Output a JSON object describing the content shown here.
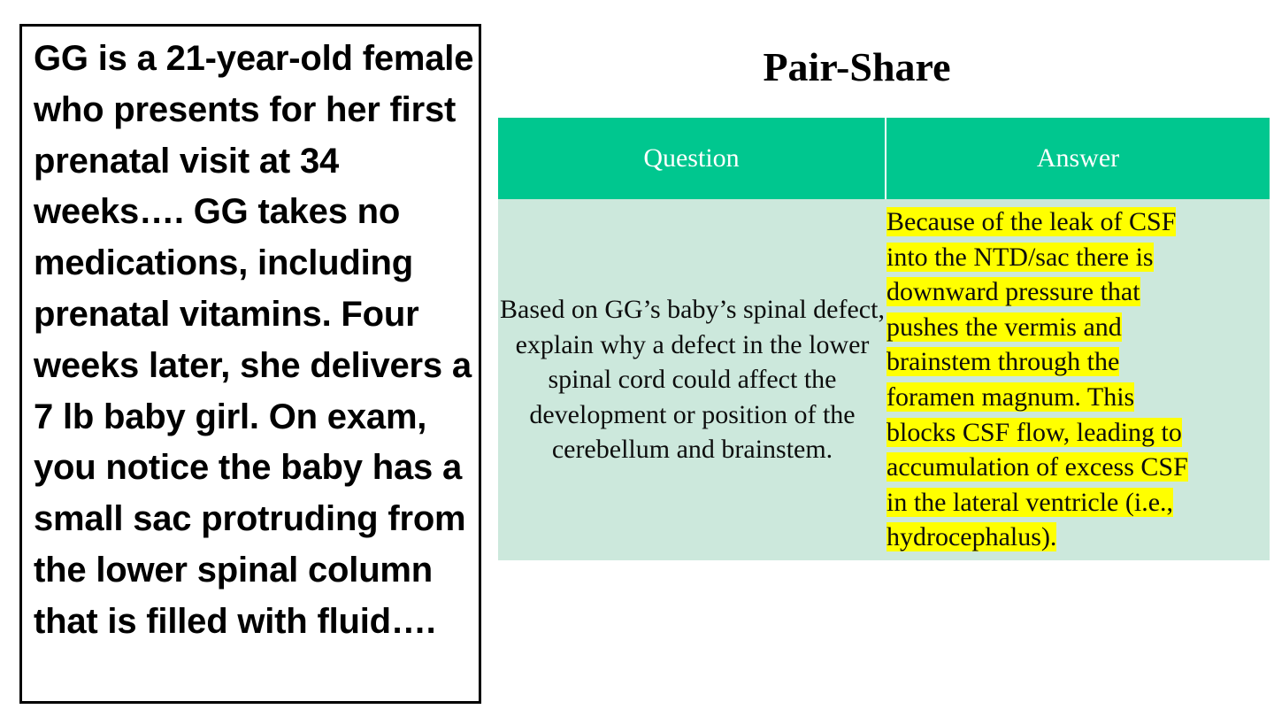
{
  "slide": {
    "title": "Pair-Share",
    "background_color": "#FFFFFF"
  },
  "vignette": {
    "text": "GG is a 21-year-old female who presents for her first prenatal visit at 34 weeks…. GG takes no medications, including prenatal vitamins. Four weeks later, she delivers a 7 lb baby girl. On exam, you notice the baby has a small sac protruding from the lower spinal column that is filled with fluid….",
    "border_color": "#000000",
    "text_color": "#000000"
  },
  "table": {
    "header_bg": "#00C78F",
    "header_text_color": "#FFFFFF",
    "body_bg": "#CCE8DC",
    "highlight_color": "#FFFF00",
    "columns": [
      {
        "label": "Question"
      },
      {
        "label": "Answer"
      }
    ],
    "rows": [
      {
        "question": "Based on GG’s baby’s spinal defect, explain why a defect in the lower spinal cord could affect the development or position of the cerebellum and brainstem.",
        "answer_lines": [
          "Because of the leak of CSF",
          "into the NTD/sac there is",
          "downward pressure that",
          "pushes the vermis and",
          "brainstem through the",
          "foramen magnum. This",
          "blocks CSF flow, leading to",
          "accumulation of excess CSF",
          "in the lateral ventricle (i.e.,",
          "hydrocephalus)."
        ],
        "answer_full": "Because of the leak of CSF into the NTD/sac there is downward pressure that pushes the vermis and brainstem through the foramen magnum. This blocks CSF flow, leading to accumulation of excess CSF in the lateral ventricle (i.e., hydrocephalus)."
      }
    ]
  }
}
